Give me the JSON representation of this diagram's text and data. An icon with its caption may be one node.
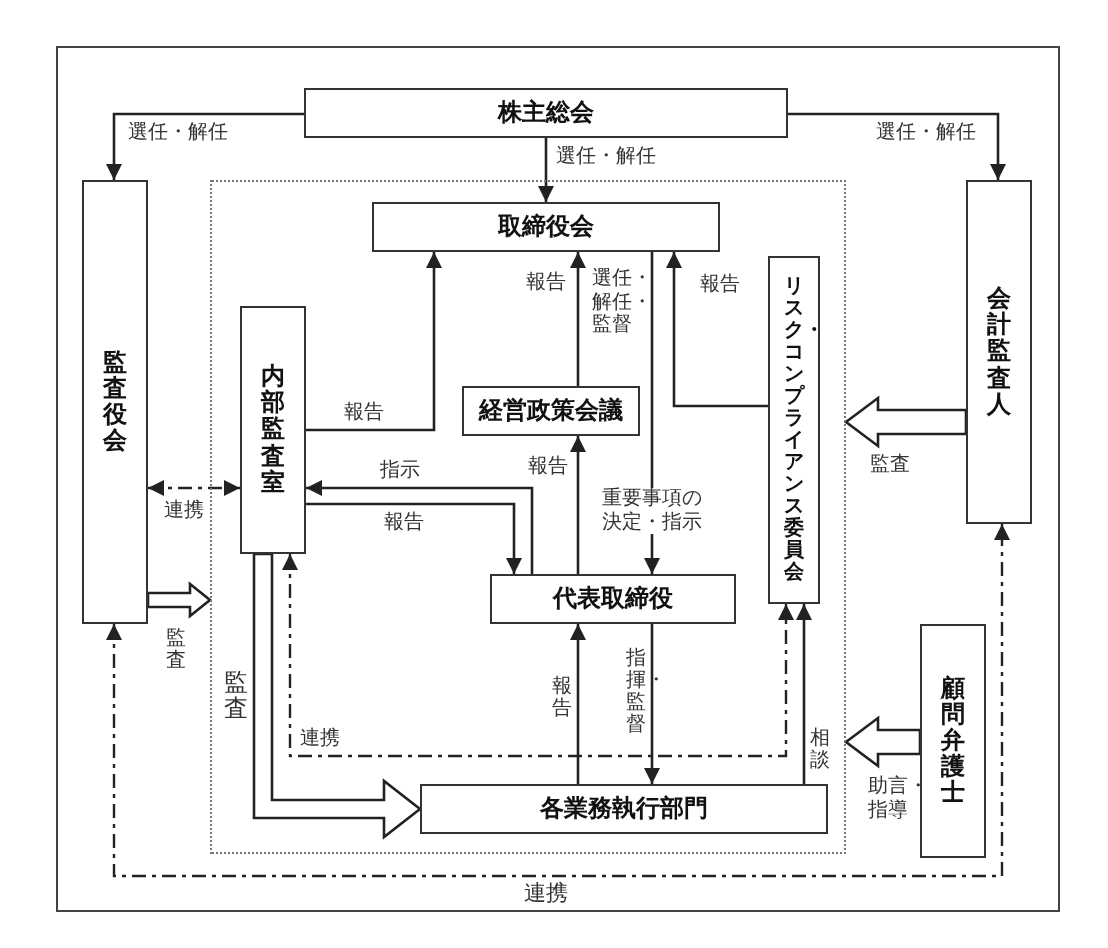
{
  "diagram": {
    "nodes": [
      {
        "text": [
          "株主総会"
        ]
      },
      {
        "text": [
          "監査役会"
        ]
      },
      {
        "text": [
          "会計監査人"
        ]
      },
      {
        "text": [],
        "shape": "box"
      },
      {
        "text": [
          "取締役会"
        ],
        "in": 3
      },
      {
        "text": [
          "内部監査室"
        ],
        "in": 3
      },
      {
        "text": [
          "経営政策会議"
        ],
        "in": 3
      },
      {
        "text": [
          "リスク・コンプライアンス委員会"
        ],
        "in": 3
      },
      {
        "text": [
          "代表取締役"
        ],
        "in": 3
      },
      {
        "text": [
          "各業務執行部門"
        ],
        "in": 3
      },
      {
        "text": [
          "顧問弁護士"
        ]
      }
    ],
    "edges": [
      {
        "from": 0,
        "to": 1,
        "arrow": "to",
        "label": "選任・解任"
      },
      {
        "from": 0,
        "to": 4,
        "arrow": "to",
        "label": "選任・解任"
      },
      {
        "from": 0,
        "to": 2,
        "arrow": "to",
        "label": "選任・解任"
      },
      {
        "from": 1,
        "to": 5,
        "arrow": "both",
        "label": "連携",
        "style": "dashed"
      },
      {
        "from": 1,
        "to": 3,
        "arrow": "to",
        "label": "監査",
        "style": "thick"
      },
      {
        "from": 2,
        "to": 3,
        "arrow": "to",
        "label": "監査",
        "style": "thick"
      },
      {
        "from": 5,
        "to": 4,
        "arrow": "to",
        "label": "報告"
      },
      {
        "from": 6,
        "to": 4,
        "arrow": "to",
        "label": "報告"
      },
      {
        "from": 4,
        "to": 8,
        "arrow": "to",
        "label": "選任・解任・監督"
      },
      {
        "from": 7,
        "to": 4,
        "arrow": "to",
        "label": "報告"
      },
      {
        "from": 8,
        "to": 6,
        "arrow": "to",
        "label": "報告"
      },
      {
        "from": 8,
        "to": 5,
        "arrow": "to",
        "label": "指示"
      },
      {
        "from": 5,
        "to": 8,
        "arrow": "to",
        "label": "報告"
      },
      {
        "from": 8,
        "to": 9,
        "arrow": "to",
        "label": "指揮・監督"
      },
      {
        "from": 9,
        "to": 8,
        "arrow": "to",
        "label": "報告"
      },
      {
        "from": 9,
        "to": 7,
        "arrow": "to",
        "label": "相談"
      },
      {
        "from": 5,
        "to": 9,
        "arrow": "to",
        "label": "監査",
        "style": "thick"
      },
      {
        "from": 5,
        "to": 7,
        "arrow": "both",
        "label": "連携",
        "style": "dashed"
      },
      {
        "from": 10,
        "to": 3,
        "arrow": "to",
        "label": "助言・指導",
        "style": "thick"
      },
      {
        "from": 1,
        "to": 2,
        "arrow": "both",
        "label": "連携",
        "style": "dashed"
      }
    ],
    "labels": [
      "重要事項の決定・指示"
    ]
  }
}
